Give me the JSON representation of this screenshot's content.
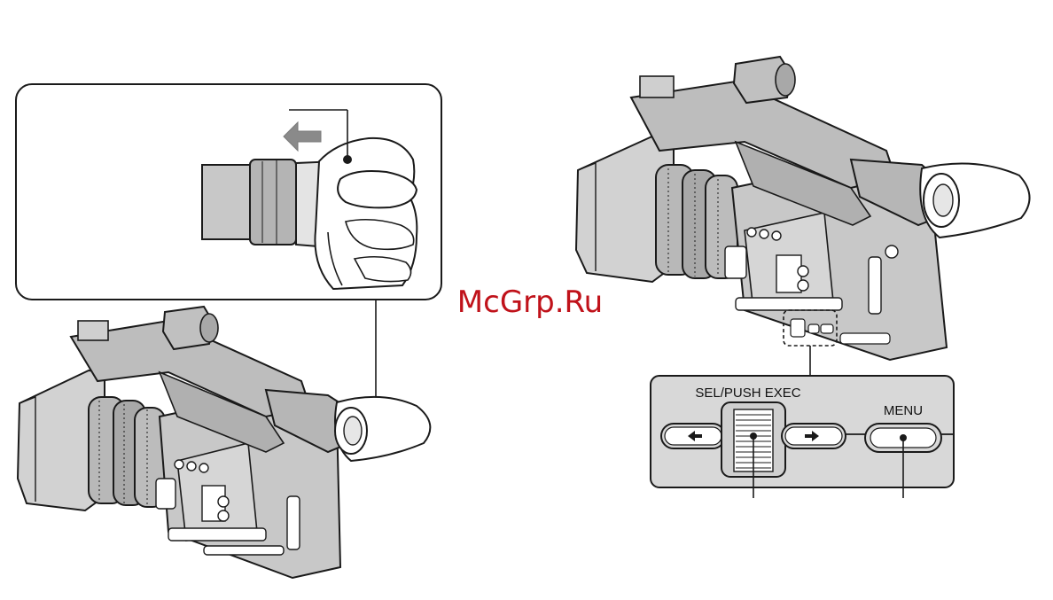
{
  "watermark": "McGrp.Ru",
  "callouts": {
    "sel_push_exec": "SEL/PUSH EXEC",
    "menu": "MENU"
  },
  "colors": {
    "line": "#1a1a1a",
    "panel": "#d8d8d8",
    "body": "#c8c8c8",
    "body_dark": "#9a9a9a",
    "arrow": "#8a8a8a",
    "watermark": "#c0121a"
  },
  "icons": {
    "slide_arrow": "arrow-left-icon",
    "left_button": "arrow-left-icon",
    "right_button": "arrow-right-icon"
  }
}
